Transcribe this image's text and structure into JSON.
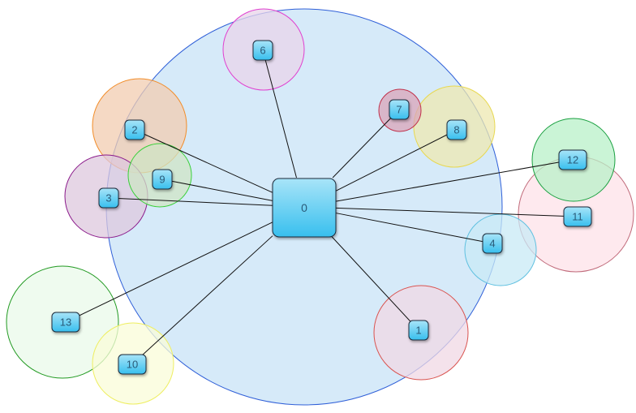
{
  "hub": {
    "label": "0"
  },
  "nodes": [
    {
      "id": "1",
      "label": "1",
      "halo_fill": "#f0d8e4",
      "halo_stroke": "#d9534f"
    },
    {
      "id": "2",
      "label": "2",
      "halo_fill": "#f2ccb0",
      "halo_stroke": "#f28c28"
    },
    {
      "id": "3",
      "label": "3",
      "halo_fill": "#ddc8de",
      "halo_stroke": "#8b1a8b"
    },
    {
      "id": "4",
      "label": "4",
      "halo_fill": "#c8eaf5",
      "halo_stroke": "#5fc0e0"
    },
    {
      "id": "6",
      "label": "6",
      "halo_fill": "#e8d4ea",
      "halo_stroke": "#e040d0"
    },
    {
      "id": "7",
      "label": "7",
      "halo_fill": "#d9a4b8",
      "halo_stroke": "#c0304a"
    },
    {
      "id": "8",
      "label": "8",
      "halo_fill": "#eee8b0",
      "halo_stroke": "#e8d850"
    },
    {
      "id": "9",
      "label": "9",
      "halo_fill": "#cfe4c4",
      "halo_stroke": "#3ad03a"
    },
    {
      "id": "10",
      "label": "10",
      "halo_fill": "#fafcd8",
      "halo_stroke": "#eeee60"
    },
    {
      "id": "11",
      "label": "11",
      "halo_fill": "#fde2e8",
      "halo_stroke": "#c06a7a"
    },
    {
      "id": "12",
      "label": "12",
      "halo_fill": "#b8f0c8",
      "halo_stroke": "#1aa040"
    },
    {
      "id": "13",
      "label": "13",
      "halo_fill": "#eafaea",
      "halo_stroke": "#229a22"
    }
  ],
  "colors": {
    "main_circle_fill": "#d6eaf9",
    "main_circle_stroke": "#3060d8",
    "node_fill_top": "#a8e4f8",
    "node_fill_bottom": "#38bfee",
    "node_stroke": "#1a2a3a",
    "edge": "#111111"
  }
}
